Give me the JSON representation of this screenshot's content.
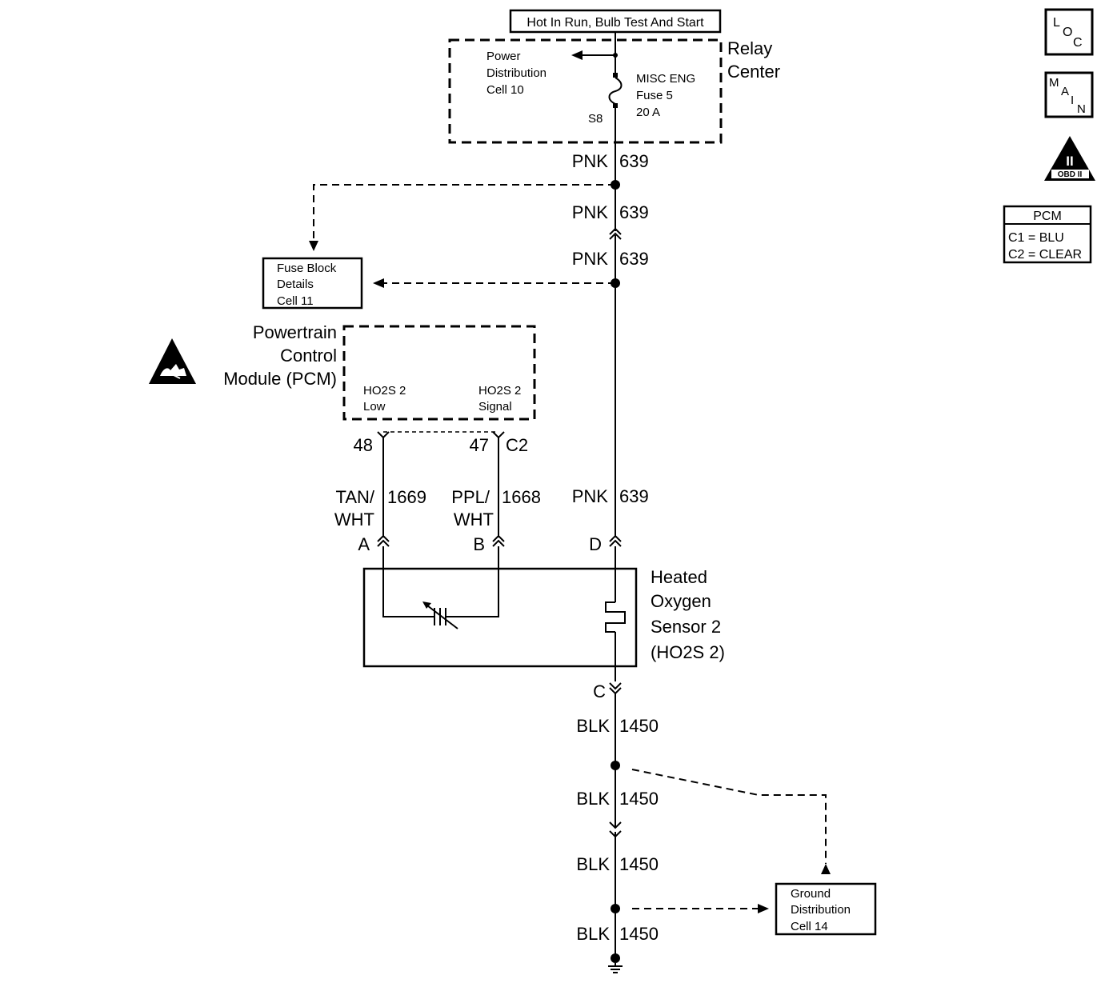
{
  "header": {
    "power_source": "Hot In Run, Bulb Test And Start"
  },
  "relay_center": {
    "label_line1": "Relay",
    "label_line2": "Center",
    "pd_line1": "Power",
    "pd_line2": "Distribution",
    "pd_line3": "Cell 10",
    "fuse_line1": "MISC ENG",
    "fuse_line2": "Fuse 5",
    "fuse_line3": "20 A",
    "splice": "S8"
  },
  "wires": {
    "pnk_color": "PNK",
    "pnk_circuit": "639",
    "tan_color_line1": "TAN/",
    "tan_color_line2": "WHT",
    "tan_circuit": "1669",
    "ppl_color_line1": "PPL/",
    "ppl_color_line2": "WHT",
    "ppl_circuit": "1668",
    "blk_color": "BLK",
    "blk_circuit": "1450"
  },
  "fuse_block": {
    "line1": "Fuse Block",
    "line2": "Details",
    "line3": "Cell 11"
  },
  "pcm": {
    "line1": "Powertrain",
    "line2": "Control",
    "line3": "Module (PCM)",
    "low_line1": "HO2S 2",
    "low_line2": "Low",
    "signal_line1": "HO2S 2",
    "signal_line2": "Signal",
    "pin_low": "48",
    "pin_signal": "47",
    "connector": "C2"
  },
  "sensor": {
    "line1": "Heated",
    "line2": "Oxygen",
    "line3": "Sensor 2",
    "line4": "(HO2S 2)",
    "pin_a": "A",
    "pin_b": "B",
    "pin_d": "D",
    "pin_c": "C"
  },
  "ground": {
    "line1": "Ground",
    "line2": "Distribution",
    "line3": "Cell 14"
  },
  "legend": {
    "loc_l": "L",
    "loc_o": "O",
    "loc_c": "C",
    "main_m": "M",
    "main_a": "A",
    "main_i": "I",
    "main_n": "N",
    "obd_numeral": "II",
    "obd_label": "OBD II",
    "pcm_title": "PCM",
    "pcm_c1": "C1 = BLU",
    "pcm_c2": "C2 = CLEAR"
  }
}
